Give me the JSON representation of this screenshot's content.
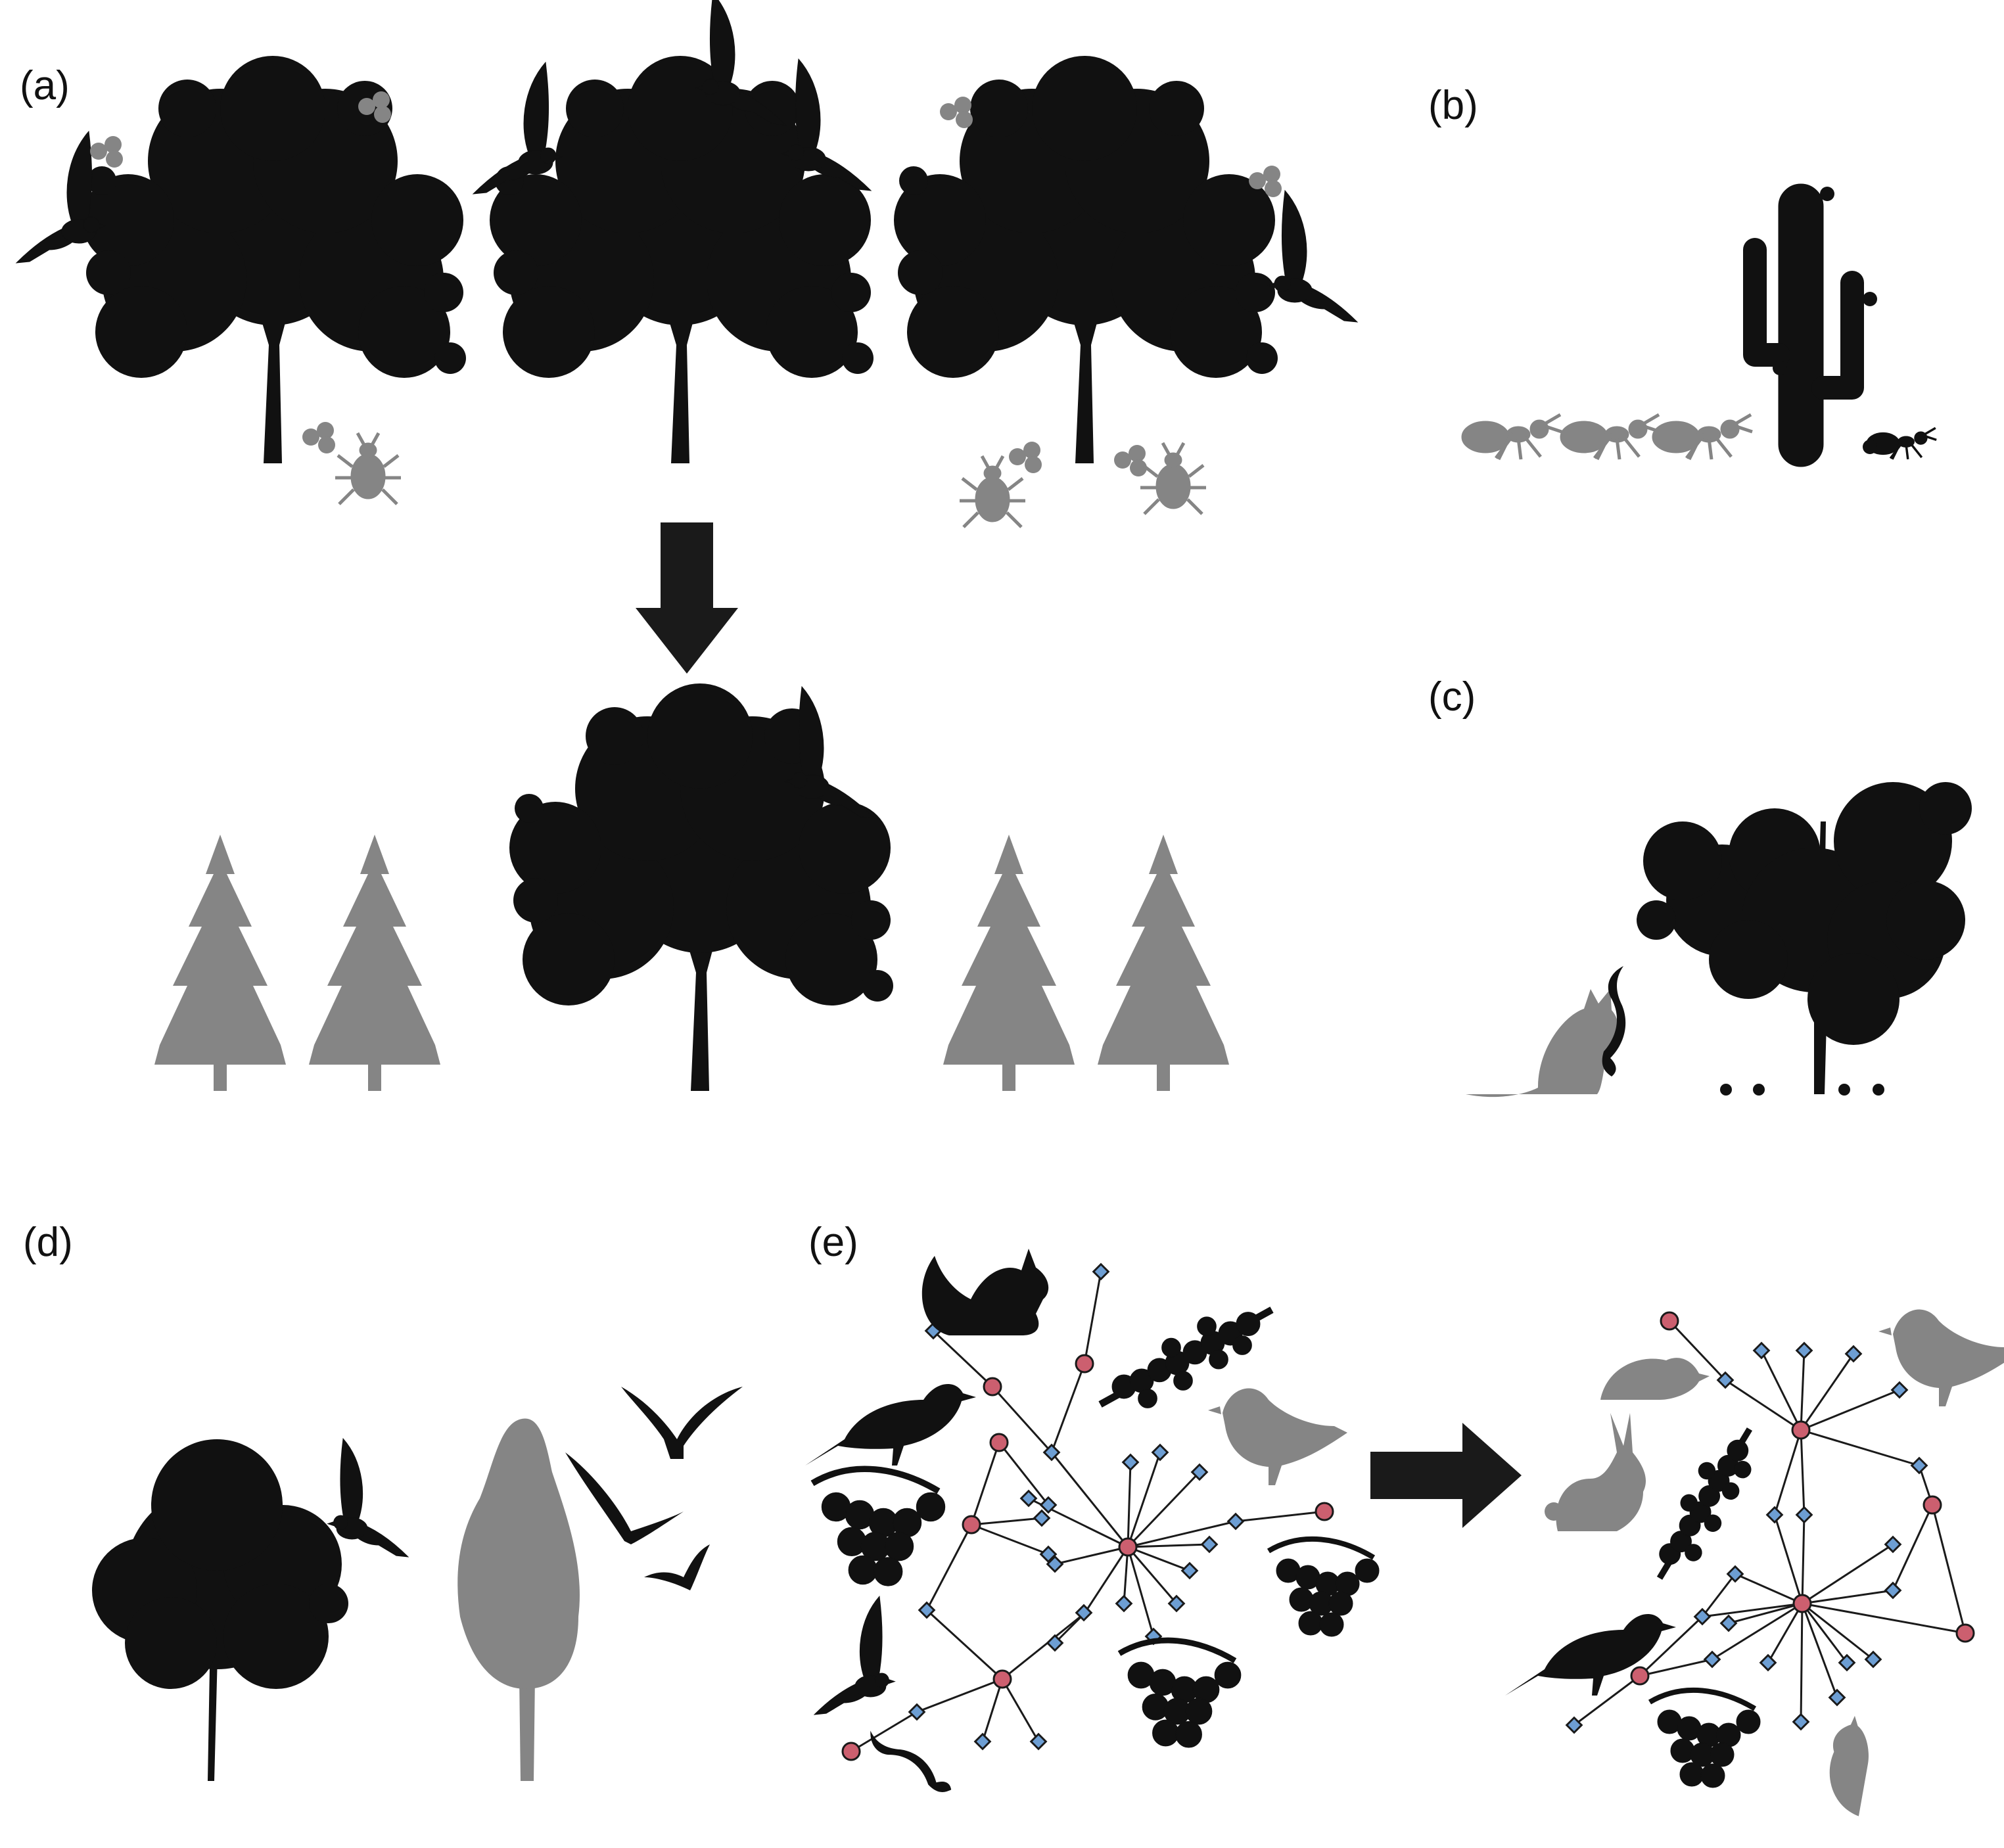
{
  "panels": {
    "a": {
      "label": "(a)"
    },
    "b": {
      "label": "(b)"
    },
    "c": {
      "label": "(c)"
    },
    "d": {
      "label": "(d)"
    },
    "e": {
      "label": "(e)"
    }
  },
  "colors": {
    "black": "#111111",
    "gray": "#858585",
    "plant_node": "#cc5f6f",
    "animal_node": "#6d9ed3",
    "link": "#1a1a1a"
  },
  "icons": {
    "broadleaf_tree": "broadleaf-tree-icon",
    "conifer": "conifer-tree-icon",
    "bird": "bird-icon",
    "beetle": "beetle-icon",
    "seed_cluster": "seed-cluster-icon",
    "ant": "ant-icon",
    "cactus": "cactus-icon",
    "shrub": "shrub-icon",
    "cat": "cat-icon",
    "lizard": "lizard-icon",
    "squirrel": "squirrel-icon",
    "pigeon": "pigeon-icon",
    "berries": "berries-icon",
    "rat": "rat-icon",
    "rabbit": "rabbit-icon",
    "arrow": "arrow-icon"
  }
}
